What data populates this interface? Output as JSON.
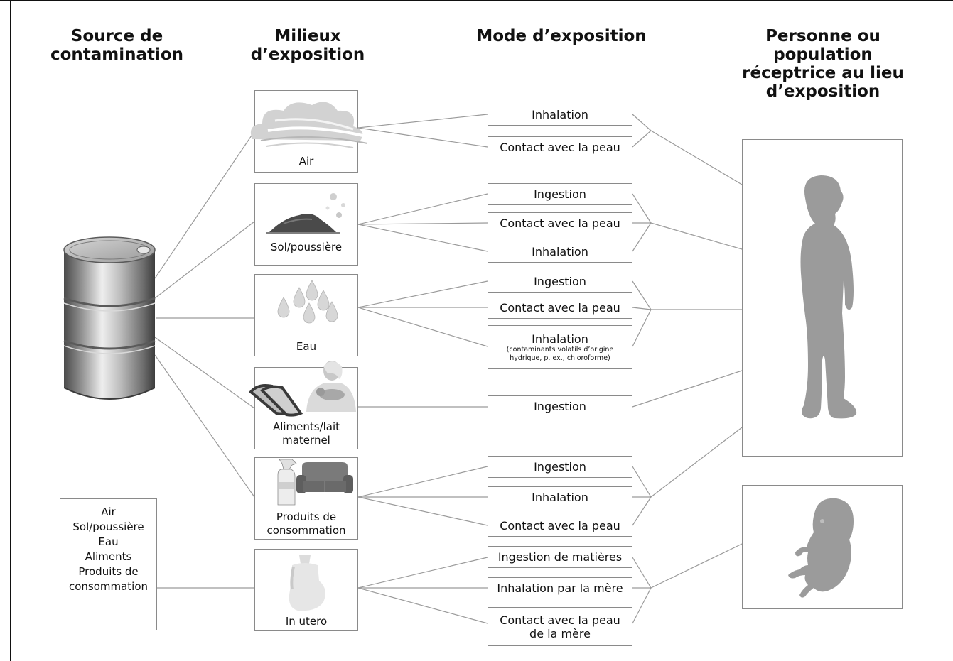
{
  "headings": {
    "source": "Source de contamination",
    "media": "Milieux d’exposition",
    "mode": "Mode d’exposition",
    "receptor": "Personne ou population réceptrice au lieu d’exposition"
  },
  "source_list": [
    "Air",
    "Sol/poussière",
    "Eau",
    "Aliments",
    "Produits de",
    "consommation"
  ],
  "media": {
    "air": "Air",
    "soil": "Sol/poussière",
    "water": "Eau",
    "food_line1": "Aliments/lait",
    "food_line2": "maternel",
    "products_line1": "Produits de",
    "products_line2": "consommation",
    "utero": "In utero"
  },
  "modes": {
    "air_1": "Inhalation",
    "air_2": "Contact avec la peau",
    "soil_1": "Ingestion",
    "soil_2": "Contact avec la peau",
    "soil_3": "Inhalation",
    "water_1": "Ingestion",
    "water_2": "Contact avec la peau",
    "water_3": "Inhalation",
    "water_3_note": "(contaminants volatils d’origine hydrique, p. ex., chloroforme)",
    "food_1": "Ingestion",
    "products_1": "Ingestion",
    "products_2": "Inhalation",
    "products_3": "Contact avec la peau",
    "utero_1": "Ingestion de matières",
    "utero_2": "Inhalation par la mère",
    "utero_3_line1": "Contact avec la peau",
    "utero_3_line2": "de la mère"
  },
  "icons": [
    "barrel-icon",
    "cloud-icon",
    "soil-pile-icon",
    "water-drops-icon",
    "bread-icon",
    "mother-feeding-icon",
    "spray-bottle-icon",
    "sofa-icon",
    "pregnant-woman-icon",
    "child-silhouette-icon",
    "fetus-icon"
  ],
  "colors": {
    "line": "#9a9a9a",
    "silhouette": "#9b9b9b",
    "box_border": "#8a8a8a"
  }
}
